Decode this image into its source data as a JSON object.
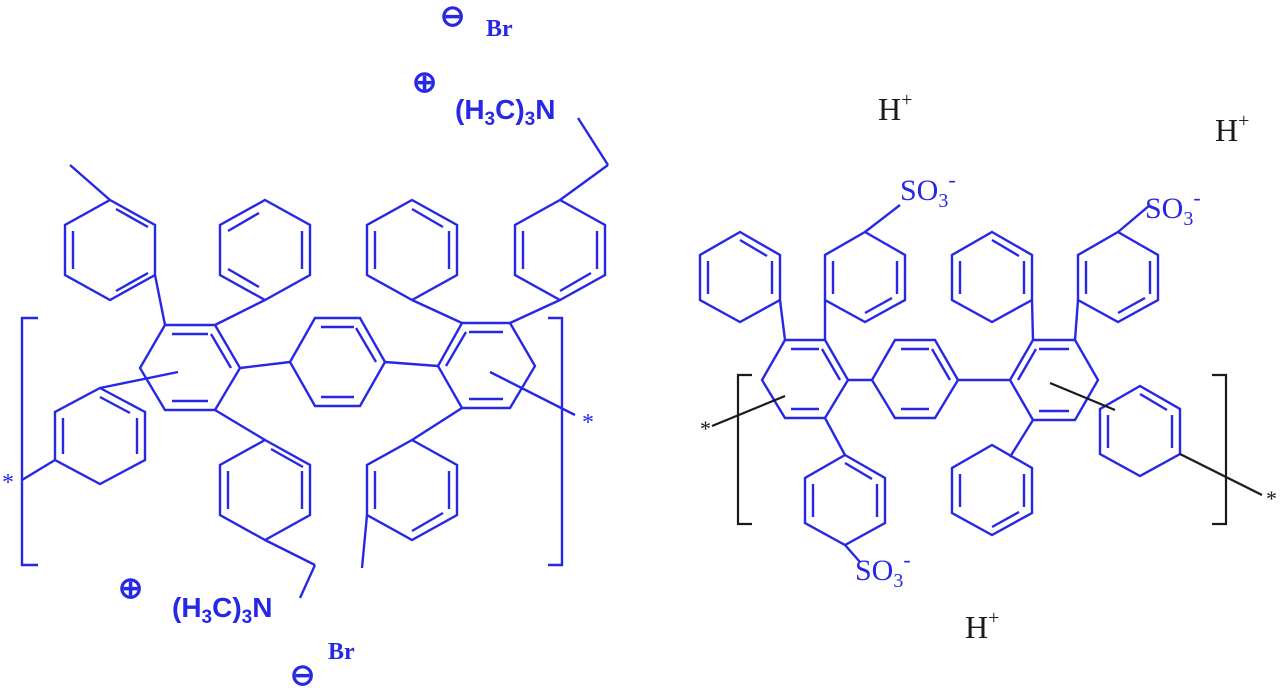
{
  "colors": {
    "structure": "#2727e6",
    "black": "#1a1a1a",
    "background": "#ffffff"
  },
  "left_polymer": {
    "top_bromide": {
      "charge": "⊖",
      "label": "Br"
    },
    "top_ammonium": {
      "charge": "⊕",
      "group": "(H3C)3N",
      "sub": "3"
    },
    "bottom_ammonium": {
      "charge": "⊕",
      "group": "(H3C)3N"
    },
    "bottom_bromide": {
      "charge": "⊖",
      "label": "Br"
    },
    "end_left": "*",
    "end_right": "*"
  },
  "right_polymer": {
    "counter_ions": [
      "H+",
      "H+",
      "H+"
    ],
    "sulfonate": "SO3-",
    "end_left": "*",
    "end_right": "*"
  }
}
